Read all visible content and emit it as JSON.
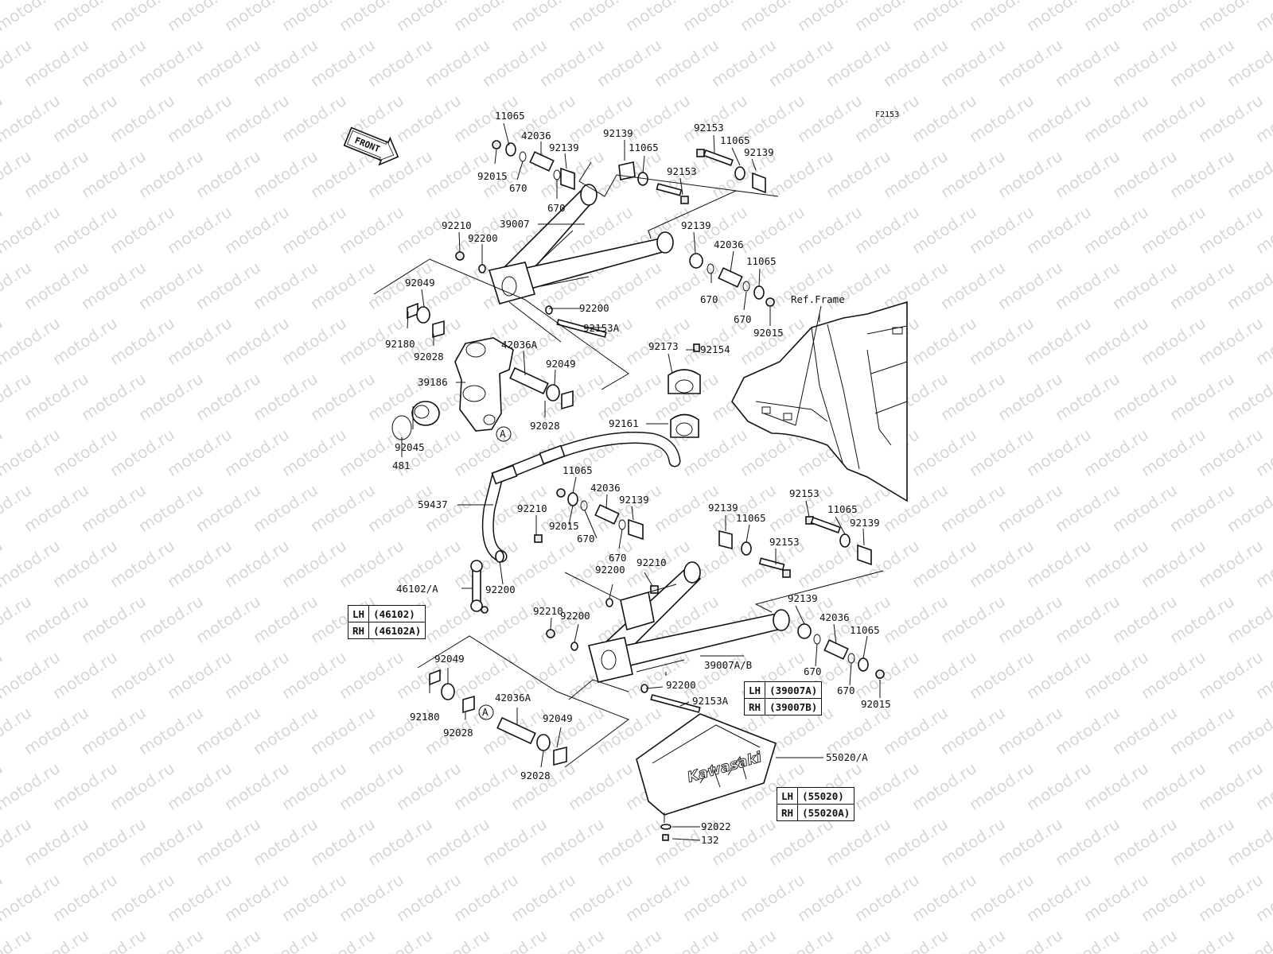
{
  "figure_id": "F2153",
  "watermark_text": "motod.ru",
  "front_arrow_label": "FRONT",
  "ref_frame_label": "Ref.Frame",
  "ref_marker": "A",
  "brand_logo": "Kawasaki",
  "part_labels": {
    "p11065_a": "11065",
    "p42036_a": "42036",
    "p92139_a": "92139",
    "p92015_a": "92015",
    "p670_a": "670",
    "p670_b": "670",
    "p39007": "39007",
    "p92210_a": "92210",
    "p92200_a": "92200",
    "p92049_a": "92049",
    "p92180_a": "92180",
    "p92028_a": "92028",
    "p39186": "39186",
    "p92045": "92045",
    "p481": "481",
    "p42036a_a": "42036A",
    "p92049_b": "92049",
    "p92028_b": "92028",
    "p92200_b": "92200",
    "p92153a_a": "92153A",
    "p92139_b": "92139",
    "p11065_b": "11065",
    "p92153_a": "92153",
    "p92153_b": "92153",
    "p11065_c": "11065",
    "p92139_c": "92139",
    "p92139_d": "92139",
    "p42036_b": "42036",
    "p11065_d": "11065",
    "p670_c": "670",
    "p670_d": "670",
    "p92015_b": "92015",
    "p92173": "92173",
    "p92154": "92154",
    "p92161": "92161",
    "p59437": "59437",
    "p11065_e": "11065",
    "p42036_c": "42036",
    "p92139_e": "92139",
    "p92210_b": "92210",
    "p92015_c": "92015",
    "p670_e": "670",
    "p670_f": "670",
    "p92210_c": "92210",
    "p92200_c": "92200",
    "p46102a": "46102/A",
    "p92200_d": "92200",
    "p92210_d": "92210",
    "p92200_e": "92200",
    "p92139_f": "92139",
    "p11065_f": "11065",
    "p92153_c": "92153",
    "p11065_g": "11065",
    "p92139_g": "92139",
    "p92153_d": "92153",
    "p92139_h": "92139",
    "p42036_d": "42036",
    "p11065_h": "11065",
    "p39007ab": "39007A/B",
    "p670_g": "670",
    "p670_h": "670",
    "p92015_d": "92015",
    "p92200_f": "92200",
    "p92153a_b": "92153A",
    "p92049_c": "92049",
    "p92180_b": "92180",
    "p92028_c": "92028",
    "p42036a_b": "42036A",
    "p92049_d": "92049",
    "p92028_d": "92028",
    "p55020a": "55020/A",
    "p92022": "92022",
    "p132": "132"
  },
  "legend_46102": [
    {
      "side": "LH",
      "part": "(46102)"
    },
    {
      "side": "RH",
      "part": "(46102A)"
    }
  ],
  "legend_39007": [
    {
      "side": "LH",
      "part": "(39007A)"
    },
    {
      "side": "RH",
      "part": "(39007B)"
    }
  ],
  "legend_55020": [
    {
      "side": "LH",
      "part": "(55020)"
    },
    {
      "side": "RH",
      "part": "(55020A)"
    }
  ]
}
